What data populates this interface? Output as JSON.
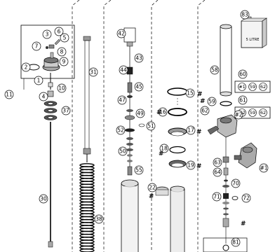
{
  "oil_can": {
    "volume_label": "5 LITRE"
  },
  "kits": [
    {
      "id": "60",
      "items": [
        "#1",
        "59",
        "62"
      ]
    },
    {
      "id": "61",
      "items": [
        "#2",
        "59",
        "62"
      ]
    }
  ],
  "callouts": [
    "83",
    "3",
    "6",
    "7",
    "5",
    "8",
    "2",
    "9",
    "1",
    "10",
    "4",
    "11",
    "37",
    "30",
    "31",
    "38",
    "42",
    "43",
    "44",
    "45",
    "47",
    "49",
    "16",
    "51",
    "52",
    "50",
    "55",
    "22",
    "15",
    "17",
    "18",
    "19",
    "58",
    "59",
    "62",
    "#2",
    "63",
    "64",
    "70",
    "71",
    "72",
    "#1",
    "81",
    "60",
    "61"
  ],
  "hash_mark": "#"
}
